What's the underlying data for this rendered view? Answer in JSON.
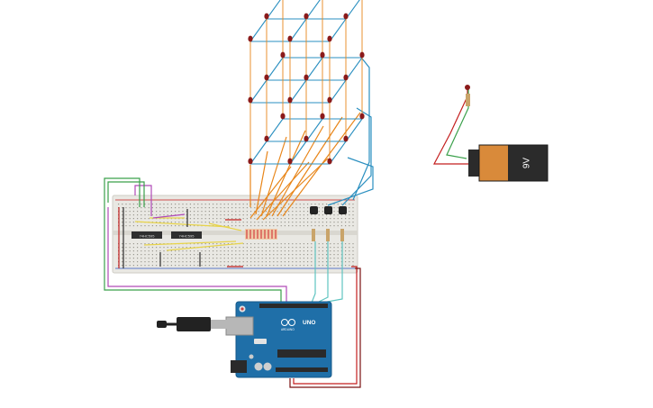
{
  "canvas": {
    "background": "#ffffff"
  },
  "colors": {
    "led": "#8b1a1a",
    "orange_wire": "#e8861a",
    "blue_wire": "#2a8fc0",
    "yellow_wire": "#e8d44a",
    "green_wire": "#3aa04a",
    "purple_wire": "#b04ab8",
    "red_wire": "#c41e1e",
    "teal_wire": "#5fc4c0",
    "breadboard": "#e9e8e3",
    "arduino_blue": "#1f6fa8",
    "battery_orange": "#d98a3a",
    "battery_black": "#2b2b2b"
  },
  "chips": {
    "left_label": "74HC595",
    "right_label": "74HC595"
  },
  "battery": {
    "label": "9V"
  },
  "arduino": {
    "logo_text": "UNO",
    "brand_text": "ARDUINO"
  },
  "icons": {
    "usb": "usb-cable-icon",
    "led": "led-icon",
    "transistor": "transistor-icon"
  }
}
